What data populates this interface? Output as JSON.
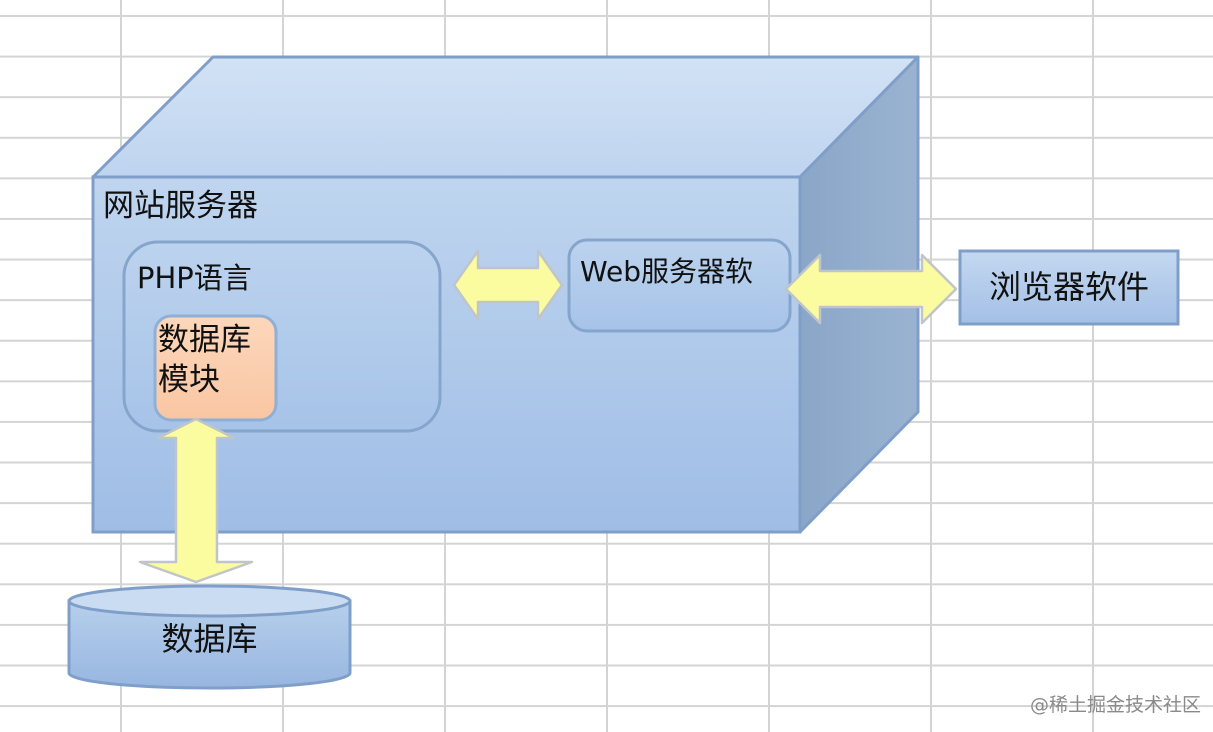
{
  "diagram": {
    "server_label": "网站服务器",
    "php_label": "PHP语言",
    "module_label": "数据库模块",
    "web_server_label": "Web服务器软",
    "browser_label": "浏览器软件",
    "database_label": "数据库"
  },
  "watermark": "@稀土掘金技术社区",
  "colors": {
    "box_face": "#a9c6ea",
    "box_top": "#c7dbf2",
    "box_side": "#8fa9c7",
    "box_border": "#7f9fc9",
    "module_fill": "#fccfae",
    "arrow_fill": "#fbfba0",
    "arrow_border": "#bfc5c8"
  }
}
